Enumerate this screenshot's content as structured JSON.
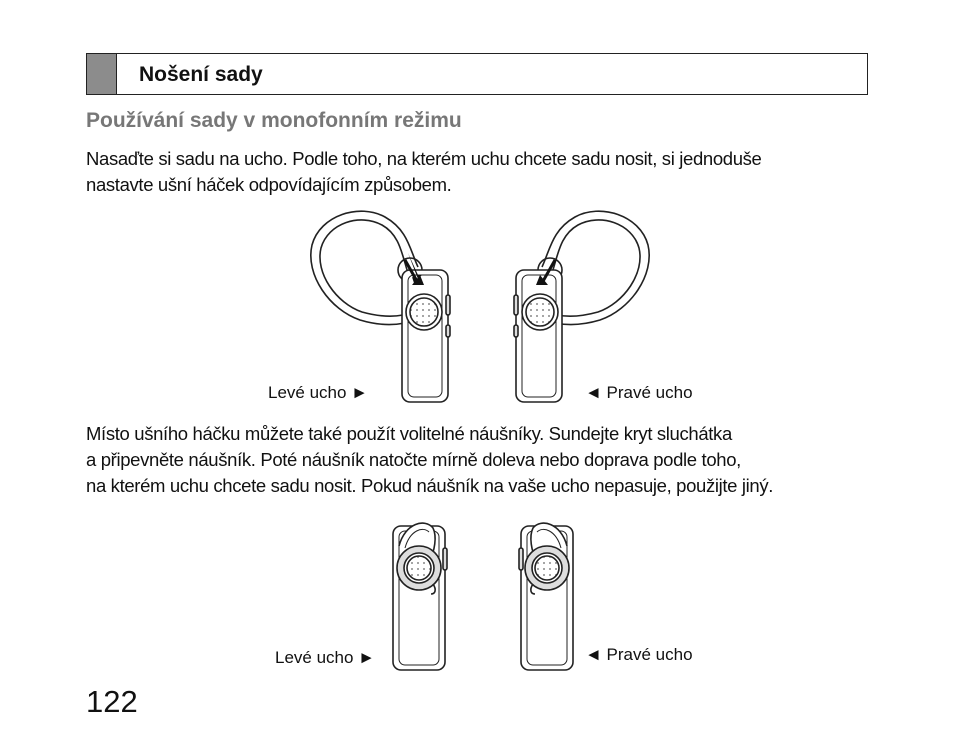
{
  "section": {
    "title": "Nošení sady"
  },
  "subheading": "Používání sady v monofonním režimu",
  "paragraph1": {
    "lines": [
      "Nasaďte si sadu na ucho. Podle toho, na kterém uchu chcete sadu nosit, si jednoduše",
      "nastavte ušní háček odpovídajícím způsobem."
    ]
  },
  "figure1": {
    "left_label": "Levé ucho ►",
    "right_label": "◄ Pravé ucho"
  },
  "paragraph2": {
    "lines": [
      "Místo ušního háčku můžete také použít volitelné náušníky. Sundejte kryt sluchátka",
      "a připevněte náušník. Poté náušník natočte mírně doleva nebo doprava podle toho,",
      "na kterém uchu chcete sadu nosit. Pokud náušník na vaše ucho nepasuje, použijte jiný."
    ]
  },
  "figure2": {
    "left_label": "Levé ucho ►",
    "right_label": "◄ Pravé ucho"
  },
  "page_number": "122"
}
